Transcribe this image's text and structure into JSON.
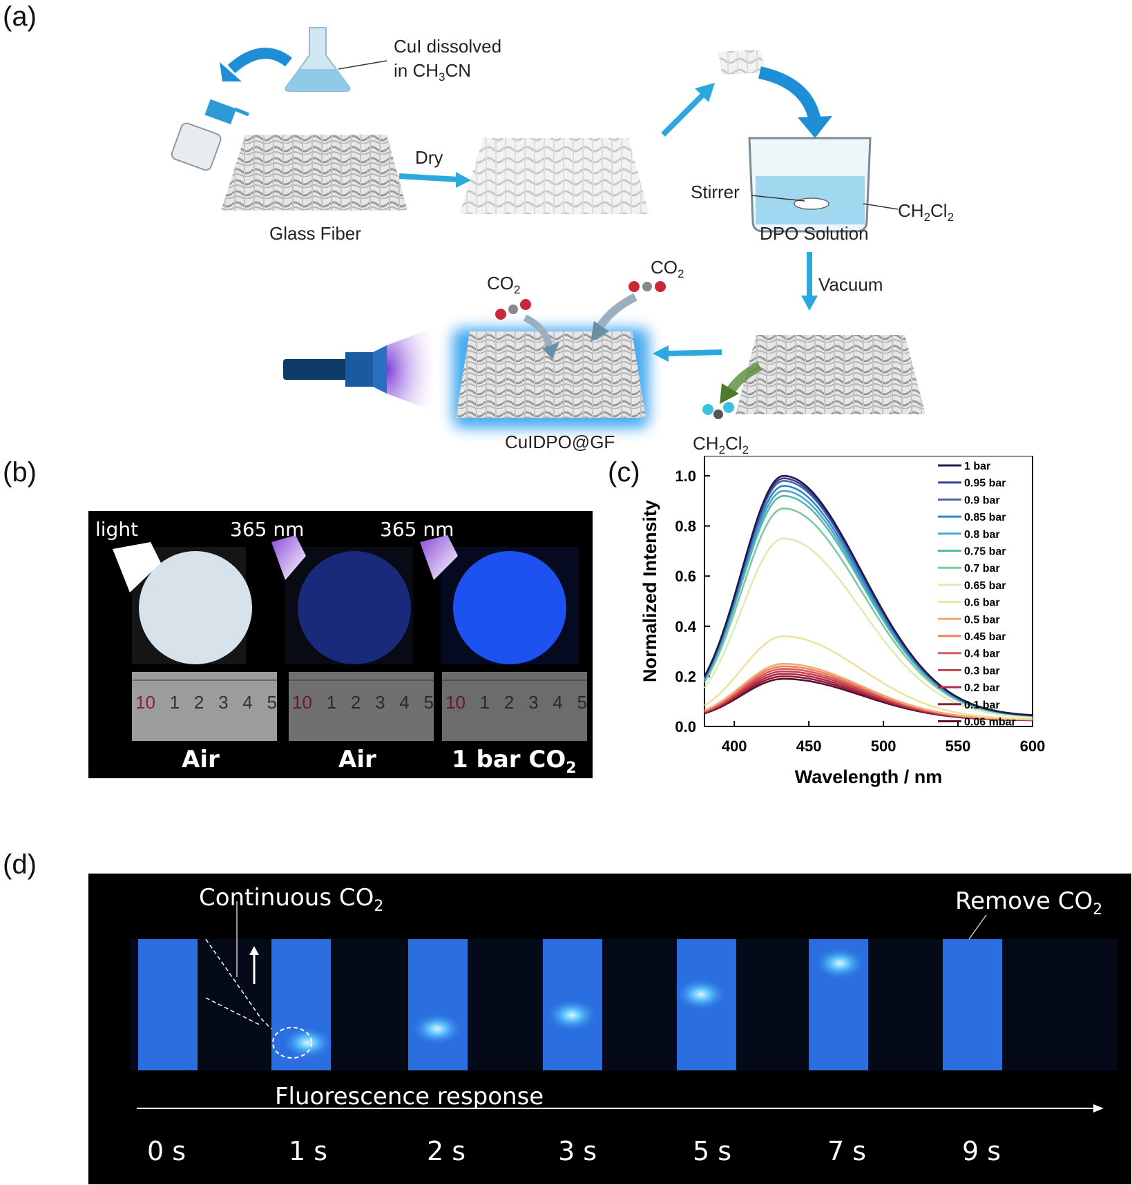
{
  "panels": {
    "a": {
      "label": "(a)",
      "cui_line1": "CuI dissolved",
      "cui_line2_pre": "in CH",
      "cui_line2_sub": "3",
      "cui_line2_post": "CN",
      "dry": "Dry",
      "glass_fiber": "Glass Fiber",
      "stirrer": "Stirrer",
      "ch2cl2_pre": "CH",
      "ch2cl2_s1": "2",
      "ch2cl2_mid": "Cl",
      "ch2cl2_s2": "2",
      "dpo_solution": "DPO Solution",
      "vacuum": "Vacuum",
      "co2_pre": "CO",
      "co2_sub": "2",
      "product": "CuIDPO@GF"
    },
    "b": {
      "label": "(b)",
      "light": "light",
      "uv1": "365 nm",
      "uv2": "365 nm",
      "caption1": "Air",
      "caption2": "Air",
      "caption3_pre": "1 bar CO",
      "caption3_sub": "2",
      "ruler_marks": [
        "10",
        "1",
        "2",
        "3",
        "4",
        "5"
      ]
    },
    "c": {
      "label": "(c)"
    },
    "d": {
      "label": "(d)",
      "continuous_pre": "Continuous CO",
      "continuous_sub": "2",
      "remove_pre": "Remove CO",
      "remove_sub": "2",
      "fluorescence": "Fluorescence response",
      "times": [
        "0 s",
        "1 s",
        "2 s",
        "3 s",
        "5 s",
        "7 s",
        "9 s"
      ]
    }
  },
  "chart_data": {
    "type": "line",
    "title": "",
    "xlabel": "Wavelength / nm",
    "ylabel": "Normalized Intensity",
    "xlim": [
      380,
      600
    ],
    "ylim": [
      0.0,
      1.08
    ],
    "xticks": [
      400,
      450,
      500,
      550,
      600
    ],
    "yticks": [
      0.0,
      0.2,
      0.4,
      0.6,
      0.8,
      1.0
    ],
    "legend_position": "top-right",
    "peak_wavelength": 433,
    "series": [
      {
        "name": "1 bar",
        "color": "#1c1c4a",
        "peak": 1.0,
        "end": 0.045
      },
      {
        "name": "0.95 bar",
        "color": "#3c3c9e",
        "peak": 0.99,
        "end": 0.045
      },
      {
        "name": "0.9 bar",
        "color": "#4a6a9c",
        "peak": 0.98,
        "end": 0.044
      },
      {
        "name": "0.85 bar",
        "color": "#2f86d0",
        "peak": 0.96,
        "end": 0.044
      },
      {
        "name": "0.8 bar",
        "color": "#4aa8c8",
        "peak": 0.94,
        "end": 0.043
      },
      {
        "name": "0.75 bar",
        "color": "#58b8a8",
        "peak": 0.92,
        "end": 0.043
      },
      {
        "name": "0.7 bar",
        "color": "#7ccaa0",
        "peak": 0.87,
        "end": 0.042
      },
      {
        "name": "0.65 bar",
        "color": "#dcecb4",
        "peak": 0.75,
        "end": 0.038
      },
      {
        "name": "0.6 bar",
        "color": "#ede2a0",
        "peak": 0.36,
        "end": 0.03
      },
      {
        "name": "0.5 bar",
        "color": "#f2a870",
        "peak": 0.25,
        "end": 0.028
      },
      {
        "name": "0.45 bar",
        "color": "#ea8062",
        "peak": 0.24,
        "end": 0.028
      },
      {
        "name": "0.4 bar",
        "color": "#d85a58",
        "peak": 0.23,
        "end": 0.027
      },
      {
        "name": "0.3 bar",
        "color": "#c8404e",
        "peak": 0.22,
        "end": 0.027
      },
      {
        "name": "0.2 bar",
        "color": "#b02a48",
        "peak": 0.21,
        "end": 0.026
      },
      {
        "name": "0.1 bar",
        "color": "#8c1c3a",
        "peak": 0.2,
        "end": 0.026
      },
      {
        "name": "0.06 mbar",
        "color": "#5a0c28",
        "peak": 0.19,
        "end": 0.025
      }
    ]
  }
}
